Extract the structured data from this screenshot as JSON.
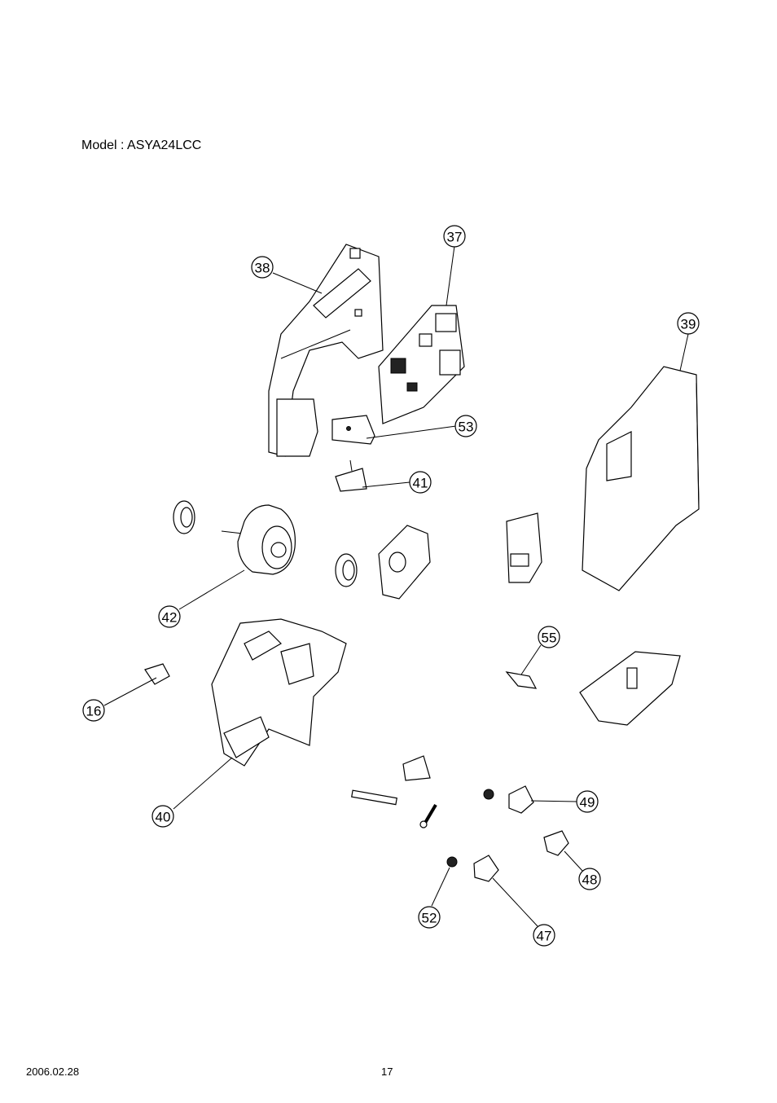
{
  "header": {
    "model_label": "Model : ASYA24LCC"
  },
  "footer": {
    "date": "2006.02.28",
    "page_number": "17"
  },
  "callouts": {
    "c37": "37",
    "c38": "38",
    "c39": "39",
    "c53": "53",
    "c41": "41",
    "c42": "42",
    "c55": "55",
    "c16": "16",
    "c40": "40",
    "c49": "49",
    "c48": "48",
    "c52": "52",
    "c47": "47"
  }
}
